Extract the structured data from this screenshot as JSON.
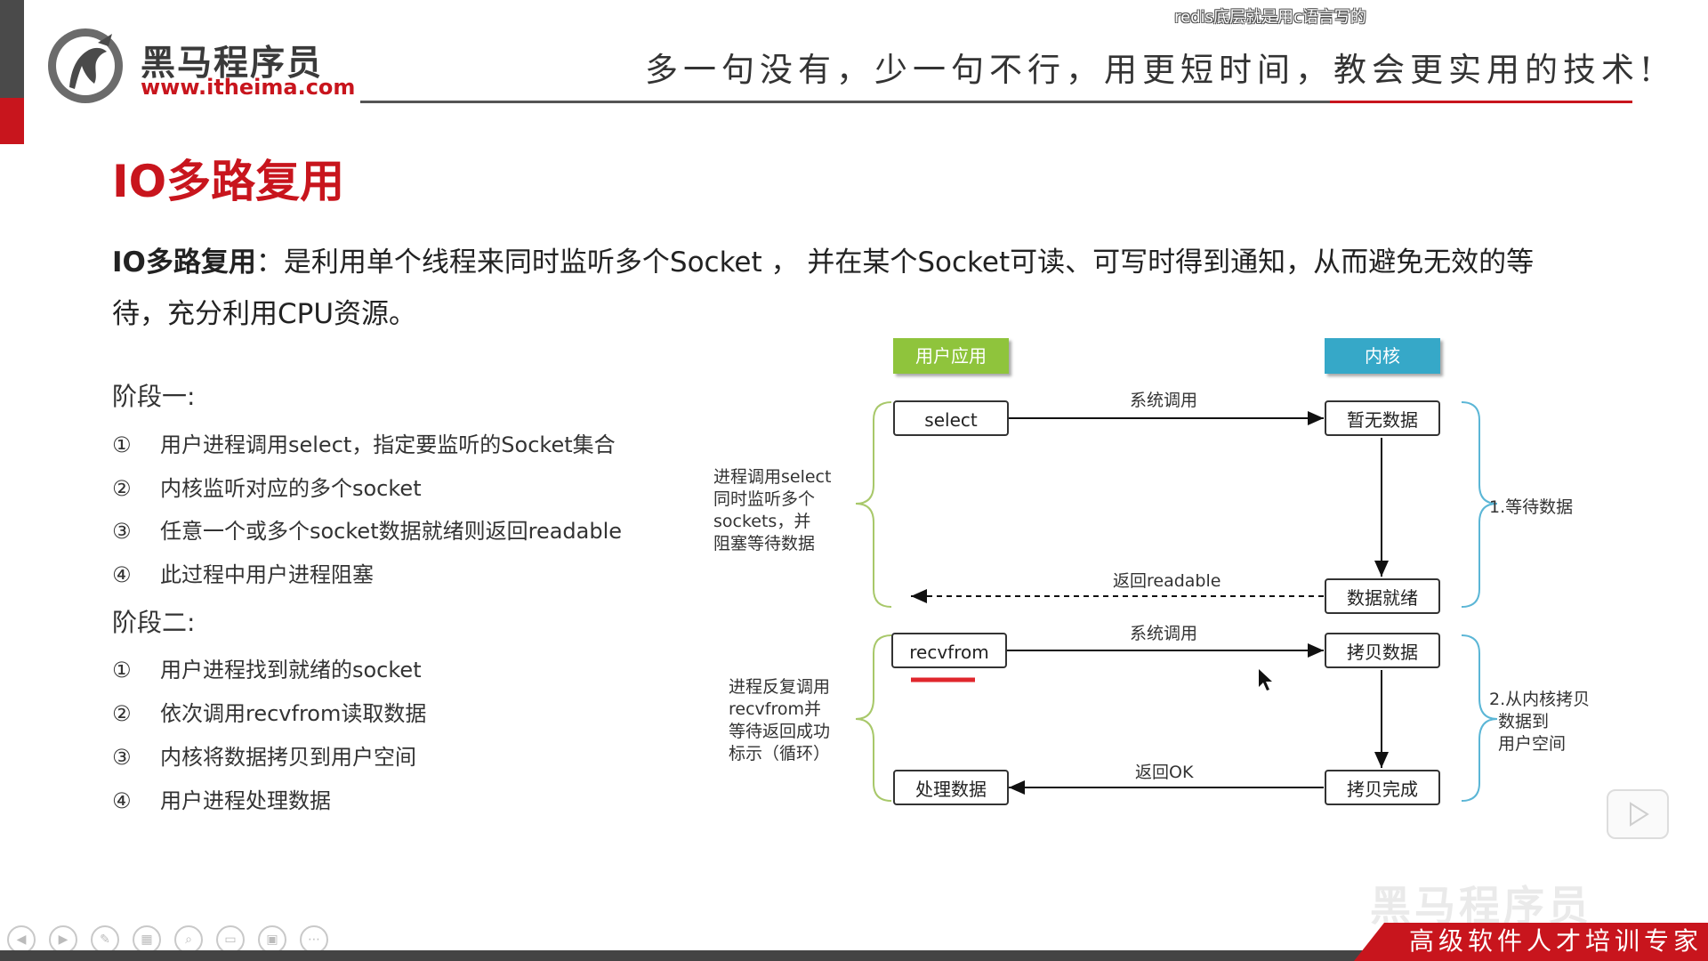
{
  "header": {
    "logo_cn": "黑马程序员",
    "logo_url": "www.itheima.com",
    "slogan": "多一句没有，少一句不行，用更短时间，教会更实用的技术!",
    "subtitle_overlay": "redis底层就是用c语言写的"
  },
  "slide": {
    "title": "IO多路复用",
    "definition_term": "IO多路复用",
    "definition_text": "：是利用单个线程来同时监听多个Socket ， 并在某个Socket可读、可写时得到通知，从而避免无效的等待，充分利用CPU资源。",
    "phase1": {
      "heading": "阶段一:",
      "steps": [
        {
          "num": "①",
          "text": "用户进程调用select，指定要监听的Socket集合"
        },
        {
          "num": "②",
          "text": "内核监听对应的多个socket"
        },
        {
          "num": "③",
          "text": "任意一个或多个socket数据就绪则返回readable"
        },
        {
          "num": "④",
          "text": "此过程中用户进程阻塞"
        }
      ]
    },
    "phase2": {
      "heading": "阶段二:",
      "steps": [
        {
          "num": "①",
          "text": "用户进程找到就绪的socket"
        },
        {
          "num": "②",
          "text": "依次调用recvfrom读取数据"
        },
        {
          "num": "③",
          "text": "内核将数据拷贝到用户空间"
        },
        {
          "num": "④",
          "text": "用户进程处理数据"
        }
      ]
    }
  },
  "diagram": {
    "header_user": "用户应用",
    "header_kernel": "内核",
    "user_header_color": "#8fc43c",
    "kernel_header_color": "#36a8c8",
    "nodes": {
      "select": "select",
      "recvfrom": "recvfrom",
      "process": "处理数据",
      "no_data": "暂无数据",
      "data_ready": "数据就绪",
      "copy_data": "拷贝数据",
      "copy_done": "拷贝完成"
    },
    "arrows": {
      "syscall1": "系统调用",
      "return_readable": "返回readable",
      "syscall2": "系统调用",
      "return_ok": "返回OK"
    },
    "notes": {
      "left1": [
        "进程调用select",
        "同时监听多个",
        "sockets，并",
        "阻塞等待数据"
      ],
      "left2": [
        "进程反复调用",
        "recvfrom并",
        "等待返回成功",
        "标示（循环）"
      ],
      "right1": [
        "1.等待数据"
      ],
      "right2": [
        "2.从内核拷贝",
        "数据到",
        "用户空间"
      ]
    }
  },
  "footer": {
    "slogan": "高级软件人才培训专家",
    "watermark": "黑马程序员"
  }
}
